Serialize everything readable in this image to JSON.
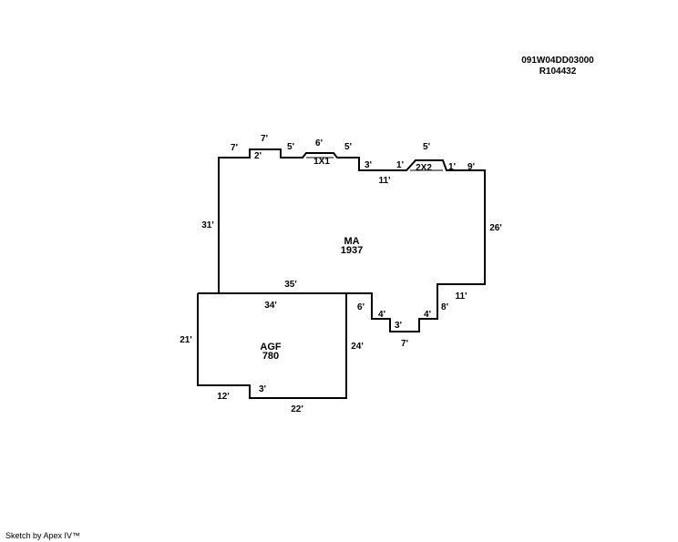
{
  "header": {
    "parcel_id": "091W04DD03000",
    "account_id": "R104432"
  },
  "footer": {
    "credit": "Sketch by Apex IV™"
  },
  "sketch": {
    "areas": {
      "ma": {
        "code": "MA",
        "sqft": "1937"
      },
      "agf": {
        "code": "AGF",
        "sqft": "780"
      },
      "bay1": {
        "code": "1X1"
      },
      "bay2": {
        "code": "2X2"
      }
    },
    "dimensions": {
      "ma_top_left": "7'",
      "bump_top": "7'",
      "bump_side": "2'",
      "pre_bay1": "5'",
      "bay1_top": "6'",
      "post_bay1": "5'",
      "step_down": "3'",
      "mid_run": "11'",
      "bay2_left": "1'",
      "bay2_top": "5'",
      "bay2_right": "1'",
      "ma_top_right": "9'",
      "ma_left": "31'",
      "ma_right": "26'",
      "ma_bottom": "35'",
      "lower_right": "11'",
      "step_8": "8'",
      "step_4a": "4'",
      "bottom_7": "7'",
      "step_3": "3'",
      "step_4b": "4'",
      "step_6": "6'",
      "agf_top": "34'",
      "agf_left": "21'",
      "agf_right": "24'",
      "agf_bottom_left": "12'",
      "agf_notch": "3'",
      "agf_bottom": "22'"
    }
  }
}
